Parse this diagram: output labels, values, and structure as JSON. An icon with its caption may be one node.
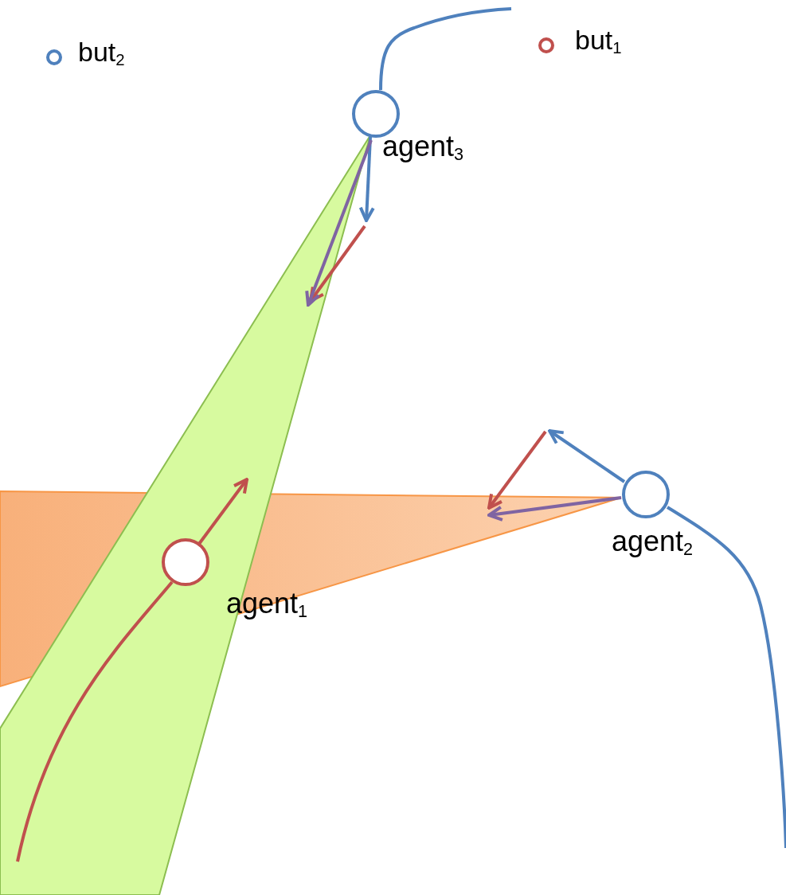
{
  "diagram": {
    "nodes": [
      {
        "text": [
          "but$_{2}$"
        ]
      },
      {
        "text": [
          "but$_{1}$"
        ]
      },
      {
        "text": [
          "agent$_{3}$"
        ]
      },
      {
        "text": [
          "agent$_{2}$"
        ]
      },
      {
        "text": [
          "agent$_{1}$"
        ]
      }
    ]
  }
}
